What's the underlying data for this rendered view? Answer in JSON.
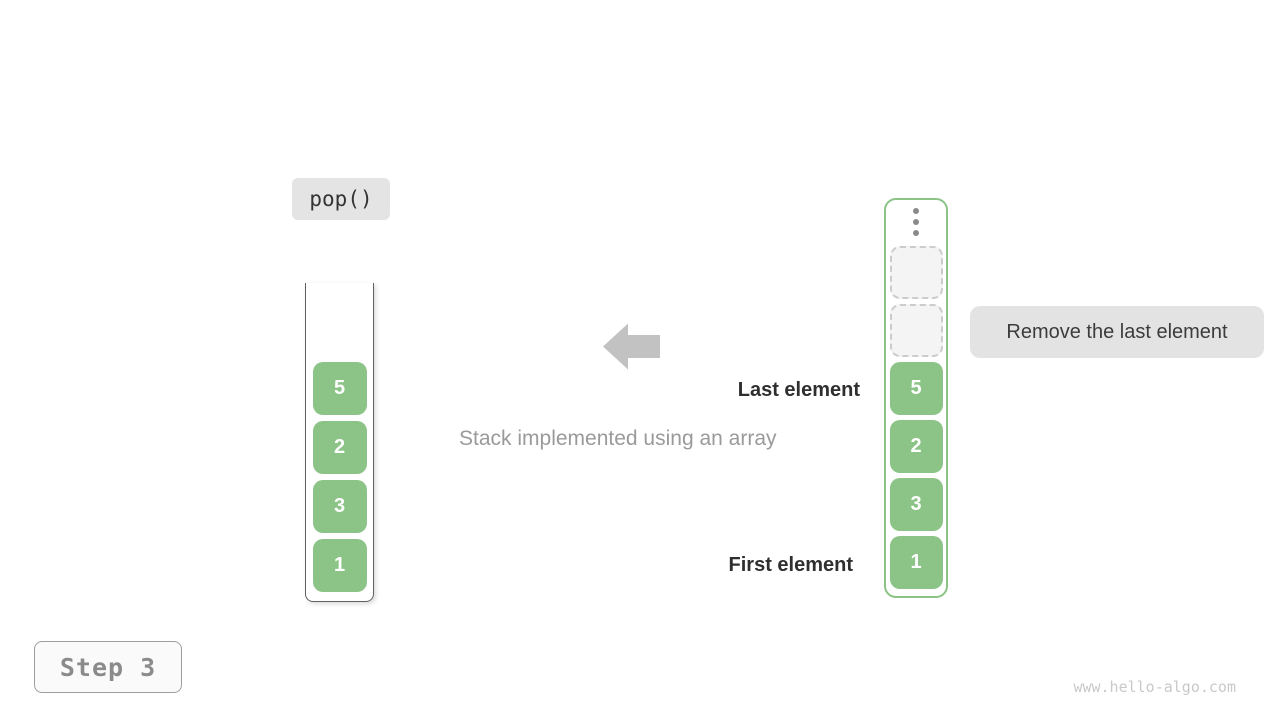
{
  "operation_label": "pop()",
  "step_label": "Step 3",
  "caption": "Stack implemented using an array",
  "annotations": {
    "last": "Last element",
    "first": "First element",
    "tooltip": "Remove the last element"
  },
  "watermark": "www.hello-algo.com",
  "stack_view": {
    "values": [
      "5",
      "2",
      "3",
      "1"
    ]
  },
  "array_view": {
    "empty_slots": 2,
    "values": [
      "5",
      "2",
      "3",
      "1"
    ]
  },
  "icons": {
    "arrow": "left-arrow",
    "ellipsis": "vertical-ellipsis"
  },
  "colors": {
    "element_green": "#8cc386",
    "array_border_green": "#8cc386",
    "tooltip_bg": "#e3e3e3",
    "op_label_bg": "#e4e4e4",
    "arrow_gray": "#c2c2c2",
    "stack_border": "#606060"
  }
}
